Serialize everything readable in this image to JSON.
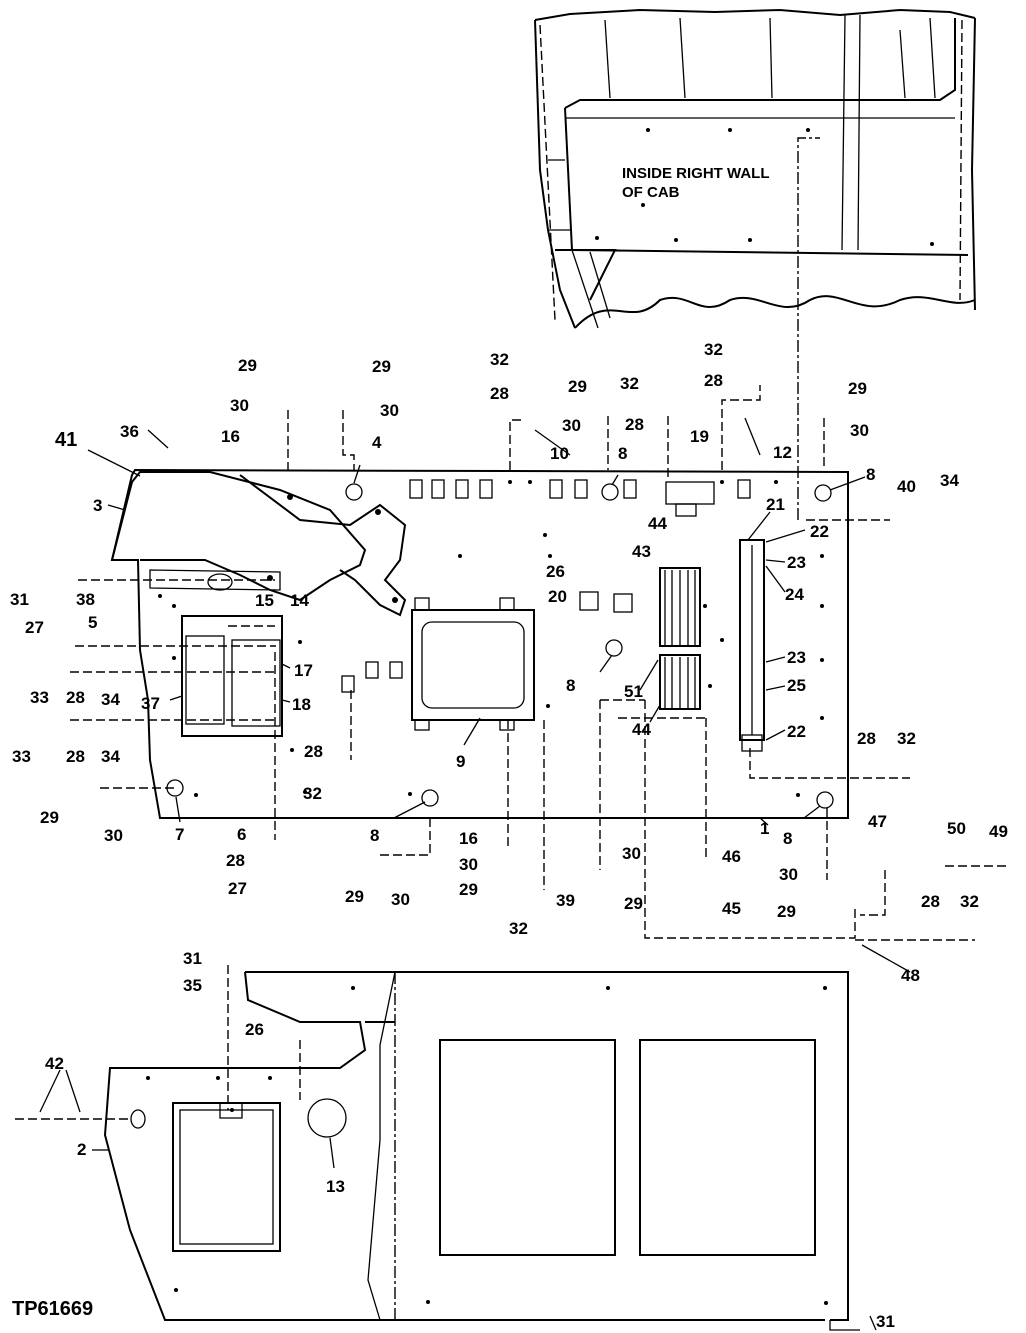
{
  "figure_id": "TP61669",
  "cab_caption": [
    "INSIDE RIGHT WALL",
    "OF CAB"
  ],
  "callouts": [
    "41",
    "36",
    "3",
    "29",
    "30",
    "16",
    "4",
    "29",
    "30",
    "32",
    "28",
    "10",
    "29",
    "30",
    "8",
    "32",
    "28",
    "19",
    "32",
    "28",
    "12",
    "29",
    "30",
    "8",
    "40",
    "34",
    "21",
    "22",
    "23",
    "24",
    "44",
    "43",
    "26",
    "20",
    "31",
    "38",
    "15",
    "14",
    "27",
    "5",
    "17",
    "33",
    "28",
    "34",
    "37",
    "18",
    "33",
    "28",
    "34",
    "9",
    "8",
    "51",
    "23",
    "25",
    "44",
    "22",
    "28",
    "32",
    "28",
    "32",
    "29",
    "30",
    "7",
    "6",
    "28",
    "27",
    "8",
    "29",
    "30",
    "16",
    "30",
    "29",
    "32",
    "39",
    "30",
    "29",
    "46",
    "45",
    "8",
    "1",
    "30",
    "29",
    "47",
    "50",
    "49",
    "28",
    "32",
    "48",
    "31",
    "35",
    "26",
    "42",
    "2",
    "13",
    "31"
  ]
}
